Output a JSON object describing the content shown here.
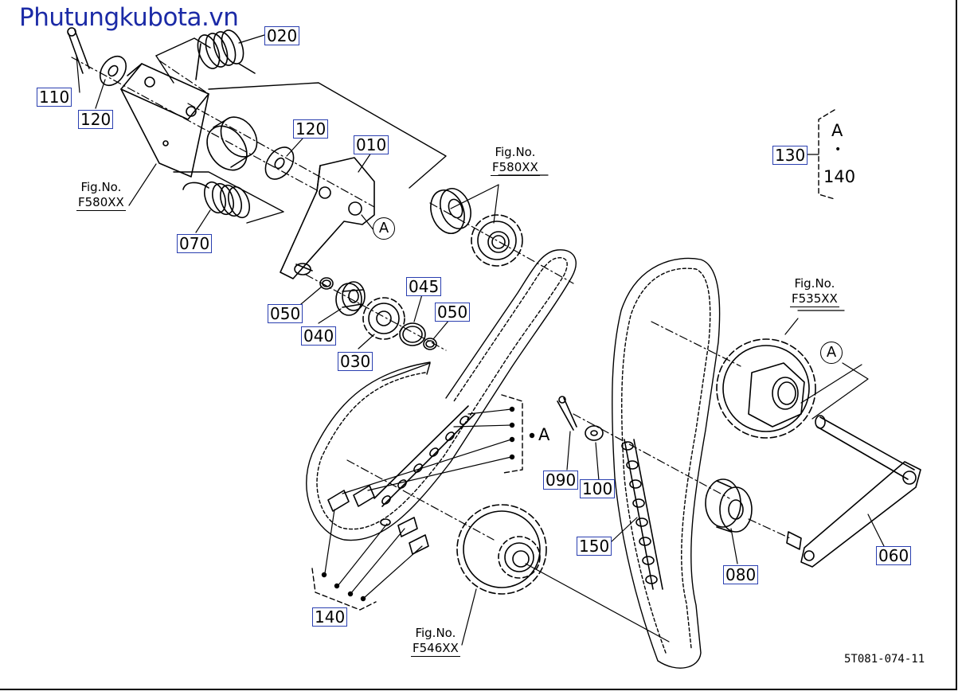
{
  "watermark": "Phutungkubota.vn",
  "drawing_code": "5T081-074-11",
  "callouts": [
    {
      "id": "c020",
      "label": "020"
    },
    {
      "id": "c110",
      "label": "110"
    },
    {
      "id": "c120a",
      "label": "120"
    },
    {
      "id": "c120b",
      "label": "120"
    },
    {
      "id": "c010",
      "label": "010"
    },
    {
      "id": "c070",
      "label": "070"
    },
    {
      "id": "c050a",
      "label": "050"
    },
    {
      "id": "c040",
      "label": "040"
    },
    {
      "id": "c030",
      "label": "030"
    },
    {
      "id": "c045",
      "label": "045"
    },
    {
      "id": "c050b",
      "label": "050"
    },
    {
      "id": "c130",
      "label": "130"
    },
    {
      "id": "c090",
      "label": "090"
    },
    {
      "id": "c100",
      "label": "100"
    },
    {
      "id": "c150",
      "label": "150"
    },
    {
      "id": "c060",
      "label": "060"
    },
    {
      "id": "c080",
      "label": "080"
    },
    {
      "id": "c140",
      "label": "140"
    }
  ],
  "fig_refs": [
    {
      "id": "f1",
      "line1": "Fig.No.",
      "line2": "F580XX"
    },
    {
      "id": "f2",
      "line1": "Fig.No.",
      "line2": "F580XX"
    },
    {
      "id": "f3",
      "line1": "Fig.No.",
      "line2": "F535XX"
    },
    {
      "id": "f4",
      "line1": "Fig.No.",
      "line2": "F546XX"
    }
  ],
  "markers": {
    "circle_a": "A",
    "bracket_a": "A",
    "bracket_130_top": "A",
    "bracket_130_dot": "•",
    "bracket_130_bottom": "140"
  }
}
